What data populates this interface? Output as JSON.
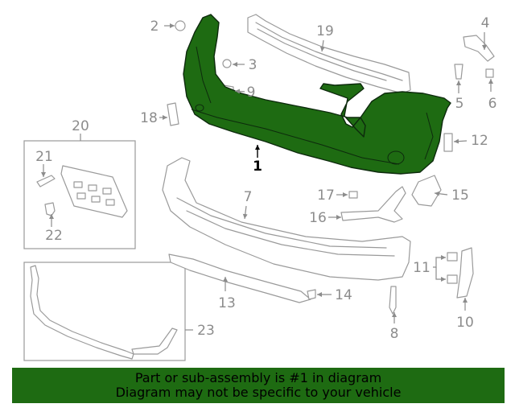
{
  "highlight_color": "#1e6b12",
  "part_color": "#9a9a9a",
  "callouts": {
    "c1": "1",
    "c2": "2",
    "c3": "3",
    "c4": "4",
    "c5": "5",
    "c6": "6",
    "c7": "7",
    "c8": "8",
    "c9": "9",
    "c10": "10",
    "c11": "11",
    "c12": "12",
    "c13": "13",
    "c14": "14",
    "c15": "15",
    "c16": "16",
    "c17": "17",
    "c18": "18",
    "c19": "19",
    "c20": "20",
    "c21": "21",
    "c22": "22",
    "c23": "23"
  },
  "banner": {
    "line1": "Part or sub-assembly is #1 in diagram",
    "line2": "Diagram may not be specific to your vehicle"
  }
}
